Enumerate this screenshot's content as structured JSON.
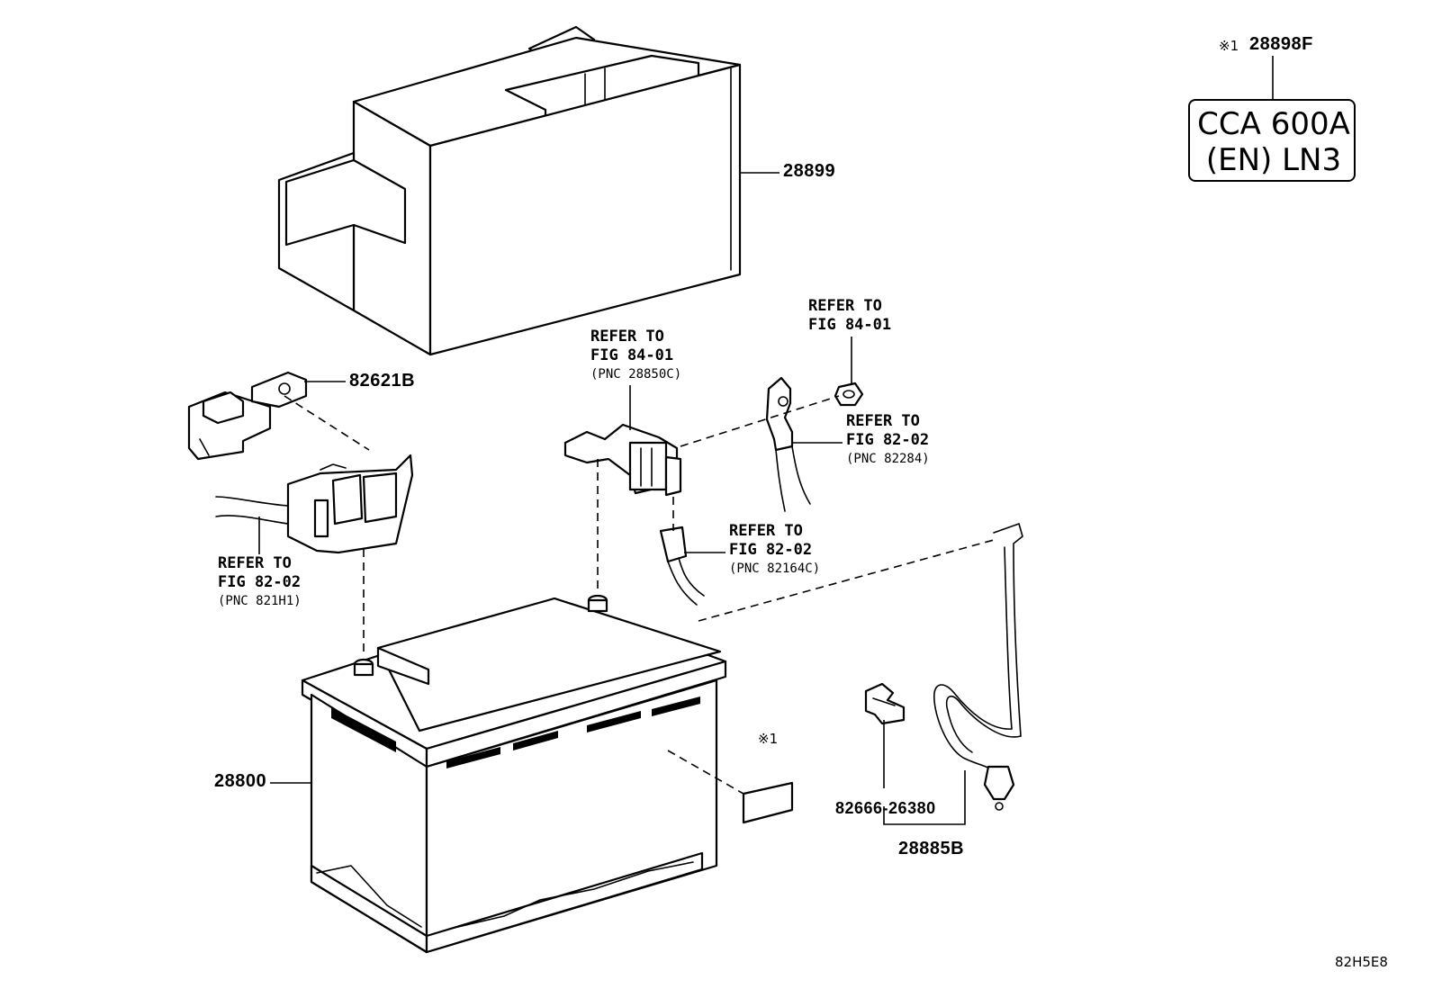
{
  "callouts": {
    "tray_cover": "28899",
    "battery": "28800",
    "terminal_cover": "82621B",
    "label_top": "28898F",
    "label_mark": "※1",
    "clamp": "82666-26380",
    "hold_down_set": "28885B",
    "sticker_mark": "※1"
  },
  "refs": {
    "ref_terminal_neg": {
      "line1": "REFER TO",
      "line2": "FIG 84-01",
      "pnc": "(PNC 28850C)"
    },
    "ref_nut": {
      "line1": "REFER TO",
      "line2": "FIG 84-01"
    },
    "ref_cable": {
      "line1": "REFER TO",
      "line2": "FIG 82-02",
      "pnc": "(PNC 82284)"
    },
    "ref_sensor": {
      "line1": "REFER TO",
      "line2": "FIG 82-02",
      "pnc": "(PNC 82164C)"
    },
    "ref_connector": {
      "line1": "REFER TO",
      "line2": "FIG 82-02",
      "pnc": "(PNC 821H1)"
    }
  },
  "label_box": {
    "line1": "CCA 600A",
    "line2": "(EN) LN3"
  },
  "diagram_code": "82H5E8"
}
